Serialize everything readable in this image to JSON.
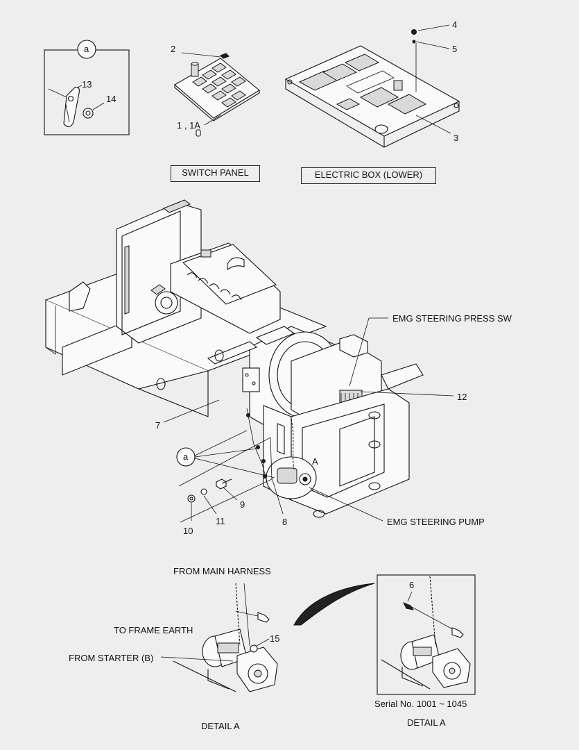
{
  "boxes": {
    "switch_panel": "SWITCH PANEL",
    "electric_box": "ELECTRIC BOX (LOWER)"
  },
  "callouts": {
    "a_top": "a",
    "a_mid": "a",
    "detail_letter": "A"
  },
  "part_numbers": {
    "p1": "1 , 1A",
    "p2": "2",
    "p3": "3",
    "p4": "4",
    "p5": "5",
    "p6": "6",
    "p7": "7",
    "p8": "8",
    "p9": "9",
    "p10": "10",
    "p11": "11",
    "p12": "12",
    "p13": "13",
    "p14": "14",
    "p15": "15"
  },
  "labels": {
    "emg_press_sw": "EMG STEERING PRESS SW",
    "emg_pump": "EMG STEERING PUMP",
    "from_main_harness": "FROM MAIN HARNESS",
    "to_frame_earth": "TO FRAME EARTH",
    "from_starter": "FROM STARTER (B)",
    "serial": "Serial No. 1001 ~ 1045",
    "detail_left": "DETAIL  A",
    "detail_right": "DETAIL  A"
  }
}
